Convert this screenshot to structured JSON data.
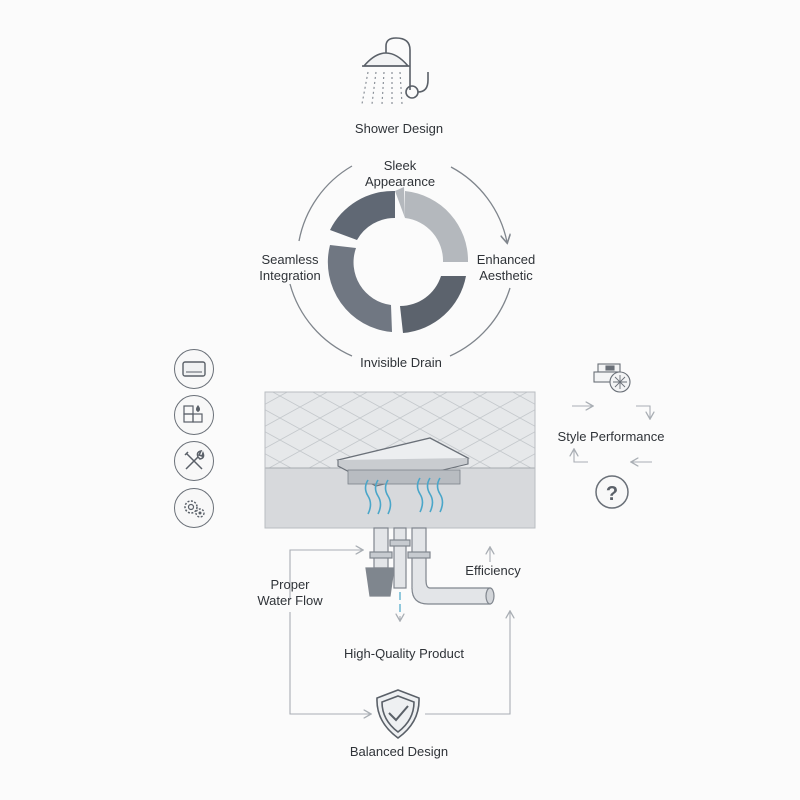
{
  "top": {
    "title": "Shower Design"
  },
  "cycle": {
    "top": [
      "Sleek",
      "Appearance"
    ],
    "right": [
      "Enhanced",
      "Aesthetic"
    ],
    "left": [
      "Seamless",
      "Integration"
    ],
    "bottom": "Invisible Drain"
  },
  "side_right": {
    "label": "Style Performance"
  },
  "flow": {
    "left": [
      "Proper",
      "Water Flow"
    ],
    "right": "Efficiency",
    "middle": "High-Quality Product",
    "bottom": "Balanced Design"
  },
  "left_icons": [
    "drain-cover-icon",
    "water-grid-icon",
    "tools-icon",
    "gears-icon"
  ],
  "colors": {
    "ring_dark": "#606874",
    "ring_light": "#b4b8bd",
    "line": "#9aa0a6",
    "water": "#4aa6c9"
  }
}
